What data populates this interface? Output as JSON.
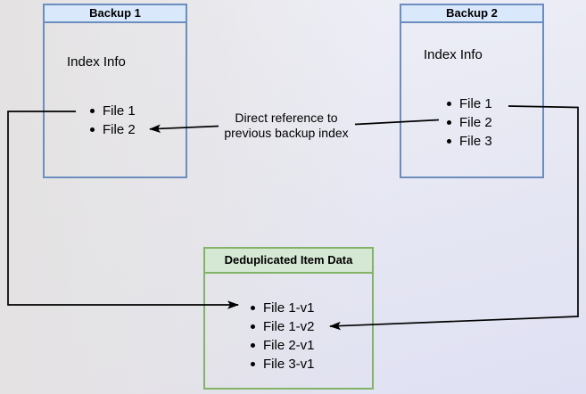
{
  "diagram": {
    "backup1": {
      "title": "Backup 1",
      "subtitle": "Index Info",
      "items": [
        "File 1",
        "File 2"
      ]
    },
    "backup2": {
      "title": "Backup 2",
      "subtitle": "Index Info",
      "items": [
        "File 1",
        "File 2",
        "File 3"
      ]
    },
    "dedup": {
      "title": "Deduplicated Item Data",
      "items": [
        "File 1-v1",
        "File 1-v2",
        "File 2-v1",
        "File 3-v1"
      ]
    },
    "annotation": {
      "label": "Direct reference to\nprevious backup index"
    },
    "colors": {
      "blue_border": "#6c8ebf",
      "blue_fill": "#dae8fc",
      "green_border": "#82b366",
      "green_fill": "#d5e8d4",
      "arrow": "#000000"
    }
  }
}
